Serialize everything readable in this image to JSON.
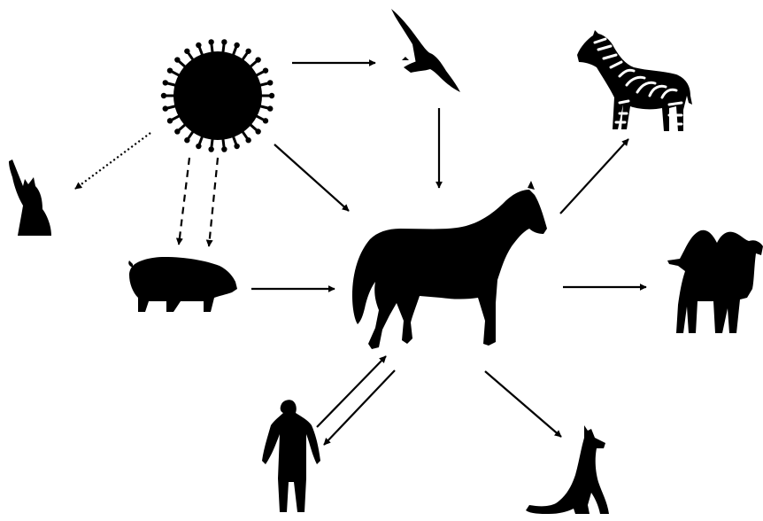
{
  "colors": {
    "background": "#ffffff",
    "ink": "#000000"
  },
  "nodes": {
    "virus": {
      "icon": "virus-icon"
    },
    "bird": {
      "icon": "bird-icon"
    },
    "zebra": {
      "icon": "zebra-icon"
    },
    "cat": {
      "icon": "cat-icon"
    },
    "pig": {
      "icon": "pig-icon"
    },
    "horse": {
      "icon": "horse-icon"
    },
    "camel": {
      "icon": "camel-icon"
    },
    "human": {
      "icon": "human-icon"
    },
    "dog": {
      "icon": "dog-icon"
    }
  },
  "edges": [
    {
      "from": "virus",
      "to": "bird",
      "style": "solid"
    },
    {
      "from": "virus",
      "to": "cat",
      "style": "dotted"
    },
    {
      "from": "virus",
      "to": "pig",
      "style": "dashed"
    },
    {
      "from": "virus",
      "to": "pig",
      "style": "dashed"
    },
    {
      "from": "virus",
      "to": "horse",
      "style": "solid"
    },
    {
      "from": "bird",
      "to": "horse",
      "style": "solid"
    },
    {
      "from": "pig",
      "to": "horse",
      "style": "solid"
    },
    {
      "from": "horse",
      "to": "zebra",
      "style": "solid"
    },
    {
      "from": "horse",
      "to": "camel",
      "style": "solid"
    },
    {
      "from": "horse",
      "to": "dog",
      "style": "solid"
    },
    {
      "from": "human",
      "to": "horse",
      "style": "solid"
    },
    {
      "from": "horse",
      "to": "human",
      "style": "solid"
    }
  ]
}
